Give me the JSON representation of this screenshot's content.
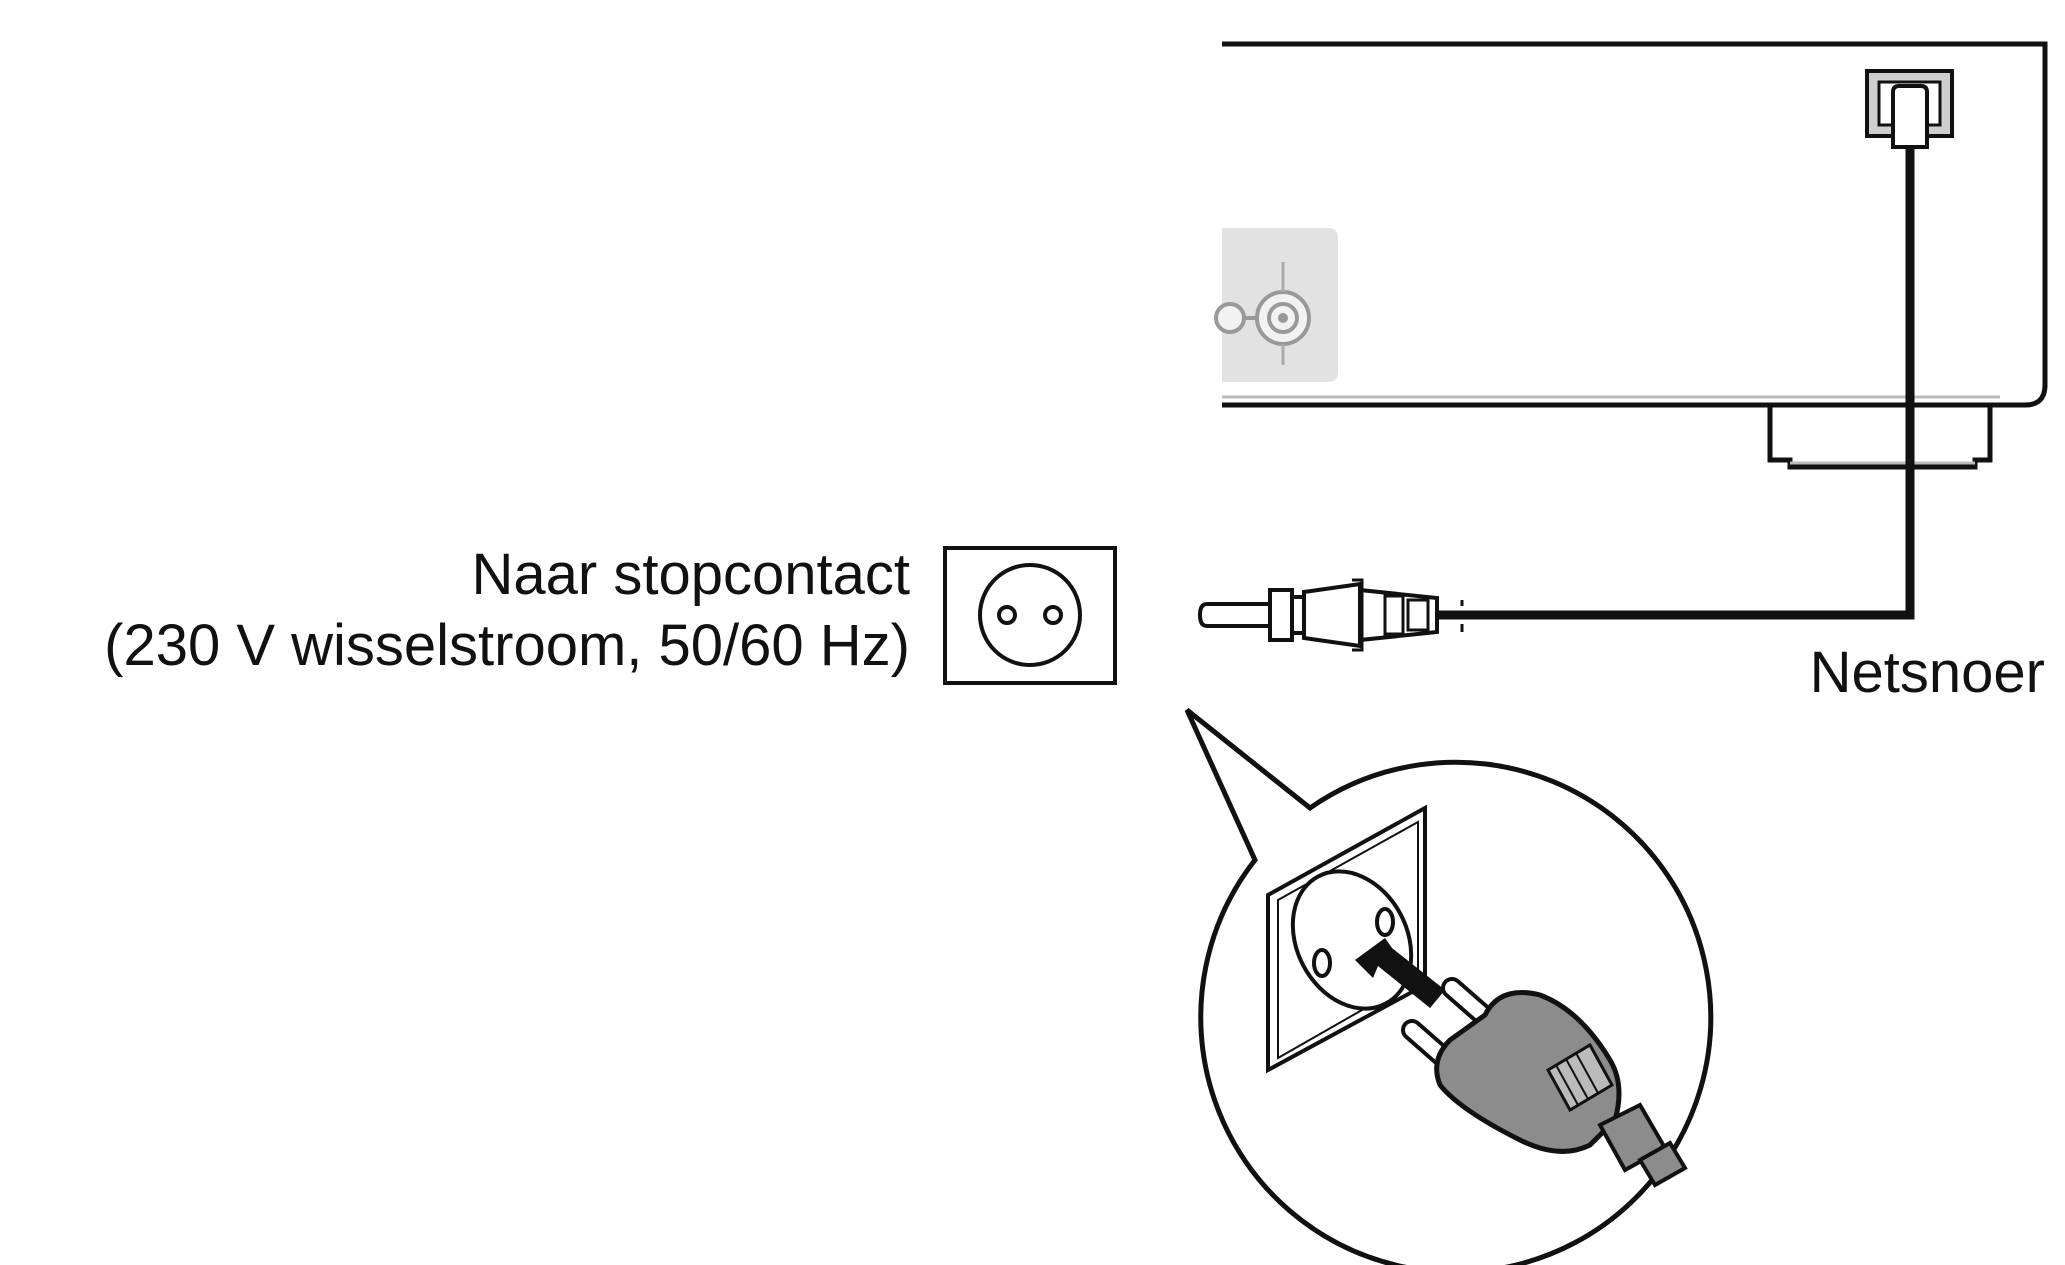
{
  "labels": {
    "outlet_line1": "Naar stopcontact",
    "outlet_line2": "(230 V wisselstroom, 50/60 Hz)",
    "power_cord": "Netsnoer"
  },
  "colors": {
    "line": "#111111",
    "background": "#ffffff",
    "panel_gray": "#d9d9d9",
    "plug_gray": "#8c8c8c"
  }
}
